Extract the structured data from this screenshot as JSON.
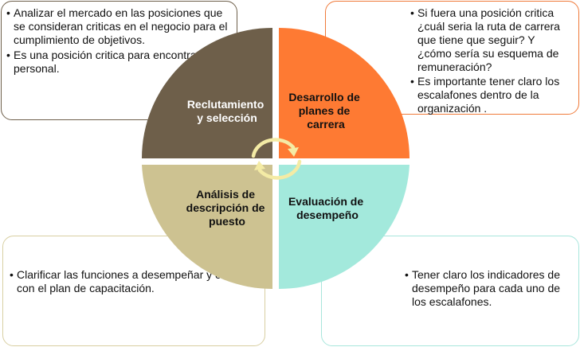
{
  "quadrants": [
    {
      "id": "top-left",
      "label_lines": [
        "Reclutamiento",
        "y selección"
      ],
      "color": "#6e5f4a",
      "text_color": "#ffffff"
    },
    {
      "id": "top-right",
      "label_lines": [
        "Desarrollo de",
        "planes de",
        "carrera"
      ],
      "color": "#fe7a33",
      "text_color": "#111111"
    },
    {
      "id": "bottom-left",
      "label_lines": [
        "Análisis de",
        "descripción de",
        "puesto"
      ],
      "color": "#cdc291",
      "text_color": "#111111"
    },
    {
      "id": "bottom-right",
      "label_lines": [
        "Evaluación de",
        "desempeño"
      ],
      "color": "#a3e9dc",
      "text_color": "#111111"
    }
  ],
  "callouts": {
    "top_left": {
      "border": "#6e5f4a",
      "items": [
        "Analizar el mercado en las posiciones que se consideran criticas en el negocio para el cumplimiento de objetivos.",
        " Es una posición critica para encontrar personal."
      ]
    },
    "top_right": {
      "border": "#f07a3a",
      "items": [
        "Si fuera una posición critica ¿cuál seria la ruta de carrera que tiene que seguir? Y ¿cómo sería su esquema de remuneración?",
        "Es importante tener claro los escalafones dentro de la organización ."
      ]
    },
    "bottom_left": {
      "border": "#d8cfa2",
      "items": [
        "Clarificar las funciones a desempeñar y contar con el plan de capacitación."
      ]
    },
    "bottom_right": {
      "border": "#a8e6dc",
      "items": [
        "Tener claro los indicadores de desempeño para cada uno de los escalafones."
      ]
    }
  },
  "cycle_arrow_color": "#f4eba5"
}
